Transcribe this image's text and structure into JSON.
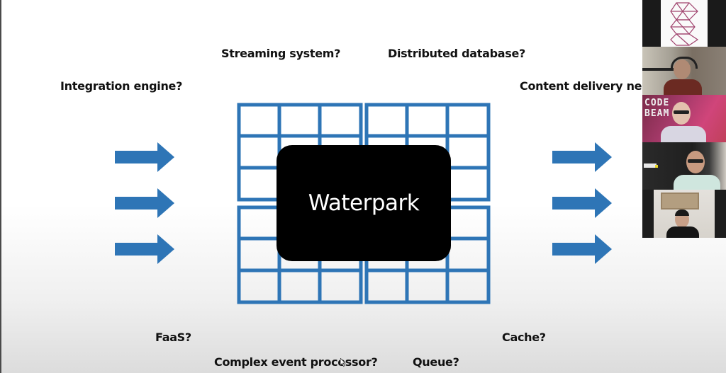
{
  "slide": {
    "center_label": "Waterpark",
    "labels": {
      "streaming": "Streaming system?",
      "distributed_db": "Distributed database?",
      "integration": "Integration engine?",
      "cdn": "Content delivery ne",
      "faas": "FaaS?",
      "cache": "Cache?",
      "cep": "Complex event processor?",
      "queue": "Queue?"
    },
    "colors": {
      "accent_blue": "#2e75b6",
      "box": "#000000",
      "text": "#111111"
    },
    "input_arrows": 3,
    "output_arrows": 3
  },
  "video_call": {
    "participants": [
      {
        "name": "logo-tile",
        "kind": "logo"
      },
      {
        "name": "participant-1",
        "kind": "video"
      },
      {
        "name": "participant-2",
        "kind": "video",
        "banner_text": "CODE BEAM"
      },
      {
        "name": "participant-3",
        "kind": "video"
      },
      {
        "name": "participant-4",
        "kind": "video"
      }
    ]
  }
}
